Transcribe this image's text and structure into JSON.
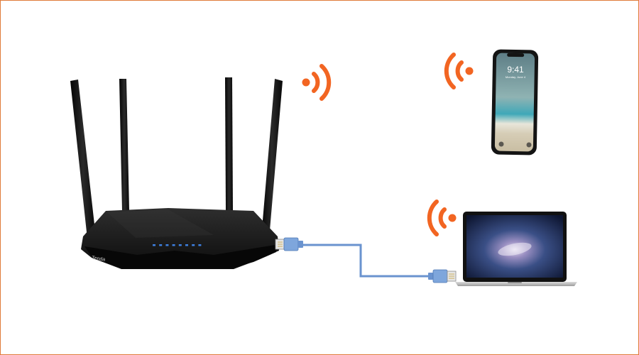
{
  "router": {
    "brand": "Tenda",
    "led_count": 8
  },
  "phone": {
    "time": "9:41",
    "date": "Monday, June 4"
  },
  "colors": {
    "border": "#e07b39",
    "wifi": "#f26522",
    "cable": "#6a93cf",
    "device_body": "#141414",
    "led": "#3d7fe0"
  }
}
